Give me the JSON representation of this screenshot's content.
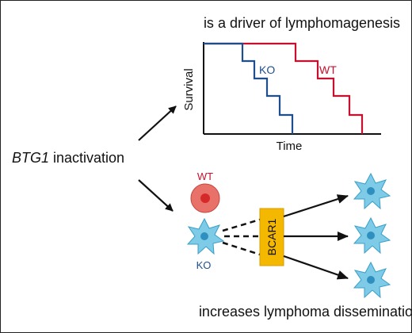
{
  "top_caption": "is a driver of lymphomagenesis",
  "bottom_caption": "increases lymphoma dissemination",
  "source_label": {
    "gene": "BTG1",
    "rest": " inactivation"
  },
  "survival_plot": {
    "ylabel": "Survival",
    "xlabel": "Time",
    "series": [
      {
        "name": "KO",
        "color": "#1f4e8c"
      },
      {
        "name": "WT",
        "color": "#c8102e"
      }
    ]
  },
  "cells": {
    "wt_label": "WT",
    "ko_label": "KO",
    "wt_color": "#e8726a",
    "wt_nucleus_color": "#d42a2a",
    "cell_color": "#7ecbe8",
    "cell_nucleus_color": "#2f8fbf",
    "wt_label_color": "#c8102e",
    "ko_label_color": "#1f4e8c"
  },
  "bcar1": {
    "label": "BCAR1",
    "color": "#f5b800"
  }
}
